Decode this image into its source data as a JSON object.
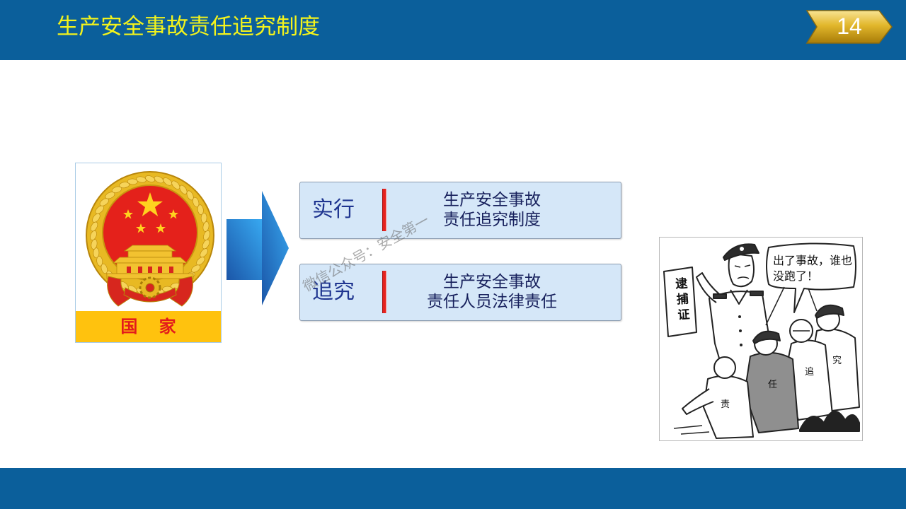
{
  "header": {
    "title": "生产安全事故责任追究制度",
    "slide_number": "14"
  },
  "emblem": {
    "caption": "国 家"
  },
  "flow": {
    "arrow_icon": "right-arrow-icon"
  },
  "steps": [
    {
      "action": "实行",
      "line1": "生产安全事故",
      "line2": "责任追究制度"
    },
    {
      "action": "追究",
      "line1": "生产安全事故",
      "line2": "责任人员法律责任"
    }
  ],
  "watermark": "微信公众号：安全第一",
  "cartoon": {
    "warrant": "逮捕证",
    "speech_line1": "出了事故，谁也",
    "speech_line2": "没跑了！",
    "labels": [
      "责",
      "任",
      "追",
      "究"
    ]
  },
  "colors": {
    "bar": "#0b5f9b",
    "title": "#f3f31c",
    "box_fill": "#d5e7f8",
    "accent_red": "#e5221f",
    "emblem_band": "#ffc20e",
    "arrow": "#2b8fe0"
  }
}
